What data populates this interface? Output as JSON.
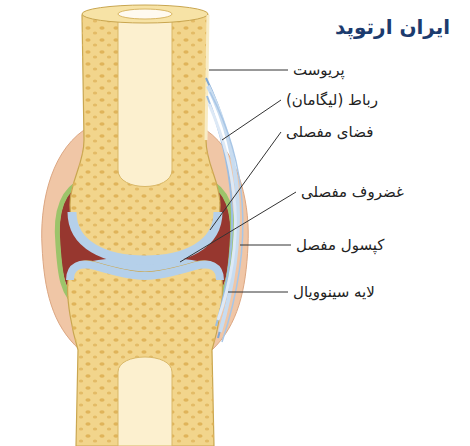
{
  "diagram": {
    "labels": [
      "ایران ارتوپد",
      "پریوست",
      "رباط (لیگامان)",
      "فضای مفصلی",
      "غضروف مفصلی",
      "کپسول مفصل",
      "لایه سینوویال"
    ]
  }
}
